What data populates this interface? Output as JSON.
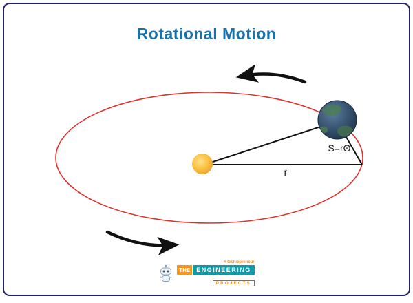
{
  "title": "Rotational Motion",
  "diagram": {
    "arc_label": "S=rΘ",
    "radius_label": "r"
  },
  "colors": {
    "frame_border": "#22226b",
    "title_text": "#1a72ad",
    "orbit": "#e23028",
    "triangle_lines": "#111111",
    "arrows": "#111111",
    "sun": "#f9b233",
    "earth": "#2e4a66",
    "logo_orange": "#f7941e",
    "logo_teal": "#0e9aa7"
  },
  "logo": {
    "tagline": "# techiepreneur",
    "word_the": "THE",
    "word_engineering": "ENGINEERING",
    "word_projects": "PROJECTS"
  }
}
